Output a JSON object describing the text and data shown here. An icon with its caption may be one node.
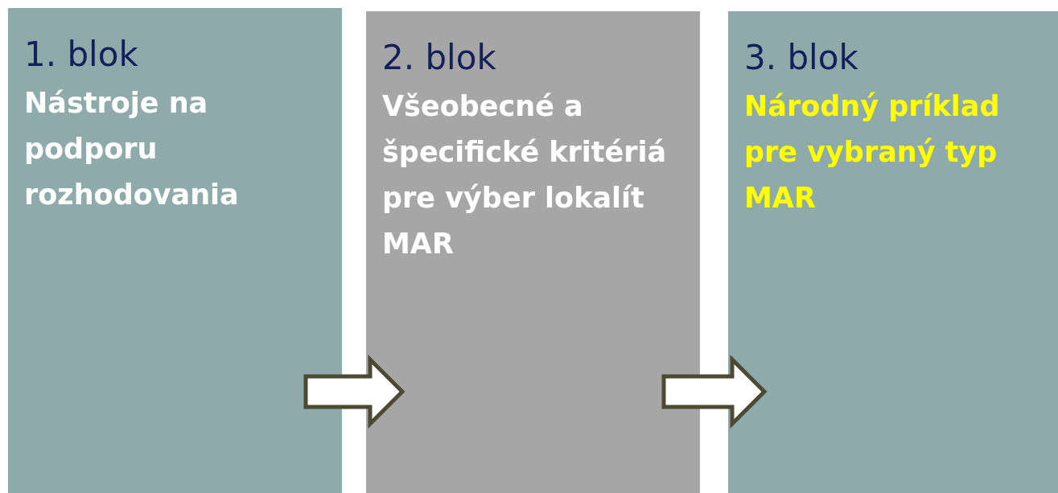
{
  "diagram": {
    "nodes": [
      {
        "text": [
          "1. blok",
          "Nástroje na podporu rozhodovania"
        ]
      },
      {
        "text": [
          "2. blok",
          "Všeobecné a špecifické kritériá pre výber lokalít MAR"
        ]
      },
      {
        "text": [
          "3. blok",
          "Národný príklad pre vybraný typ MAR"
        ]
      }
    ],
    "edges": [
      {
        "from": 0,
        "to": 1,
        "arrow": "to"
      },
      {
        "from": 1,
        "to": 2,
        "arrow": "to"
      }
    ]
  }
}
